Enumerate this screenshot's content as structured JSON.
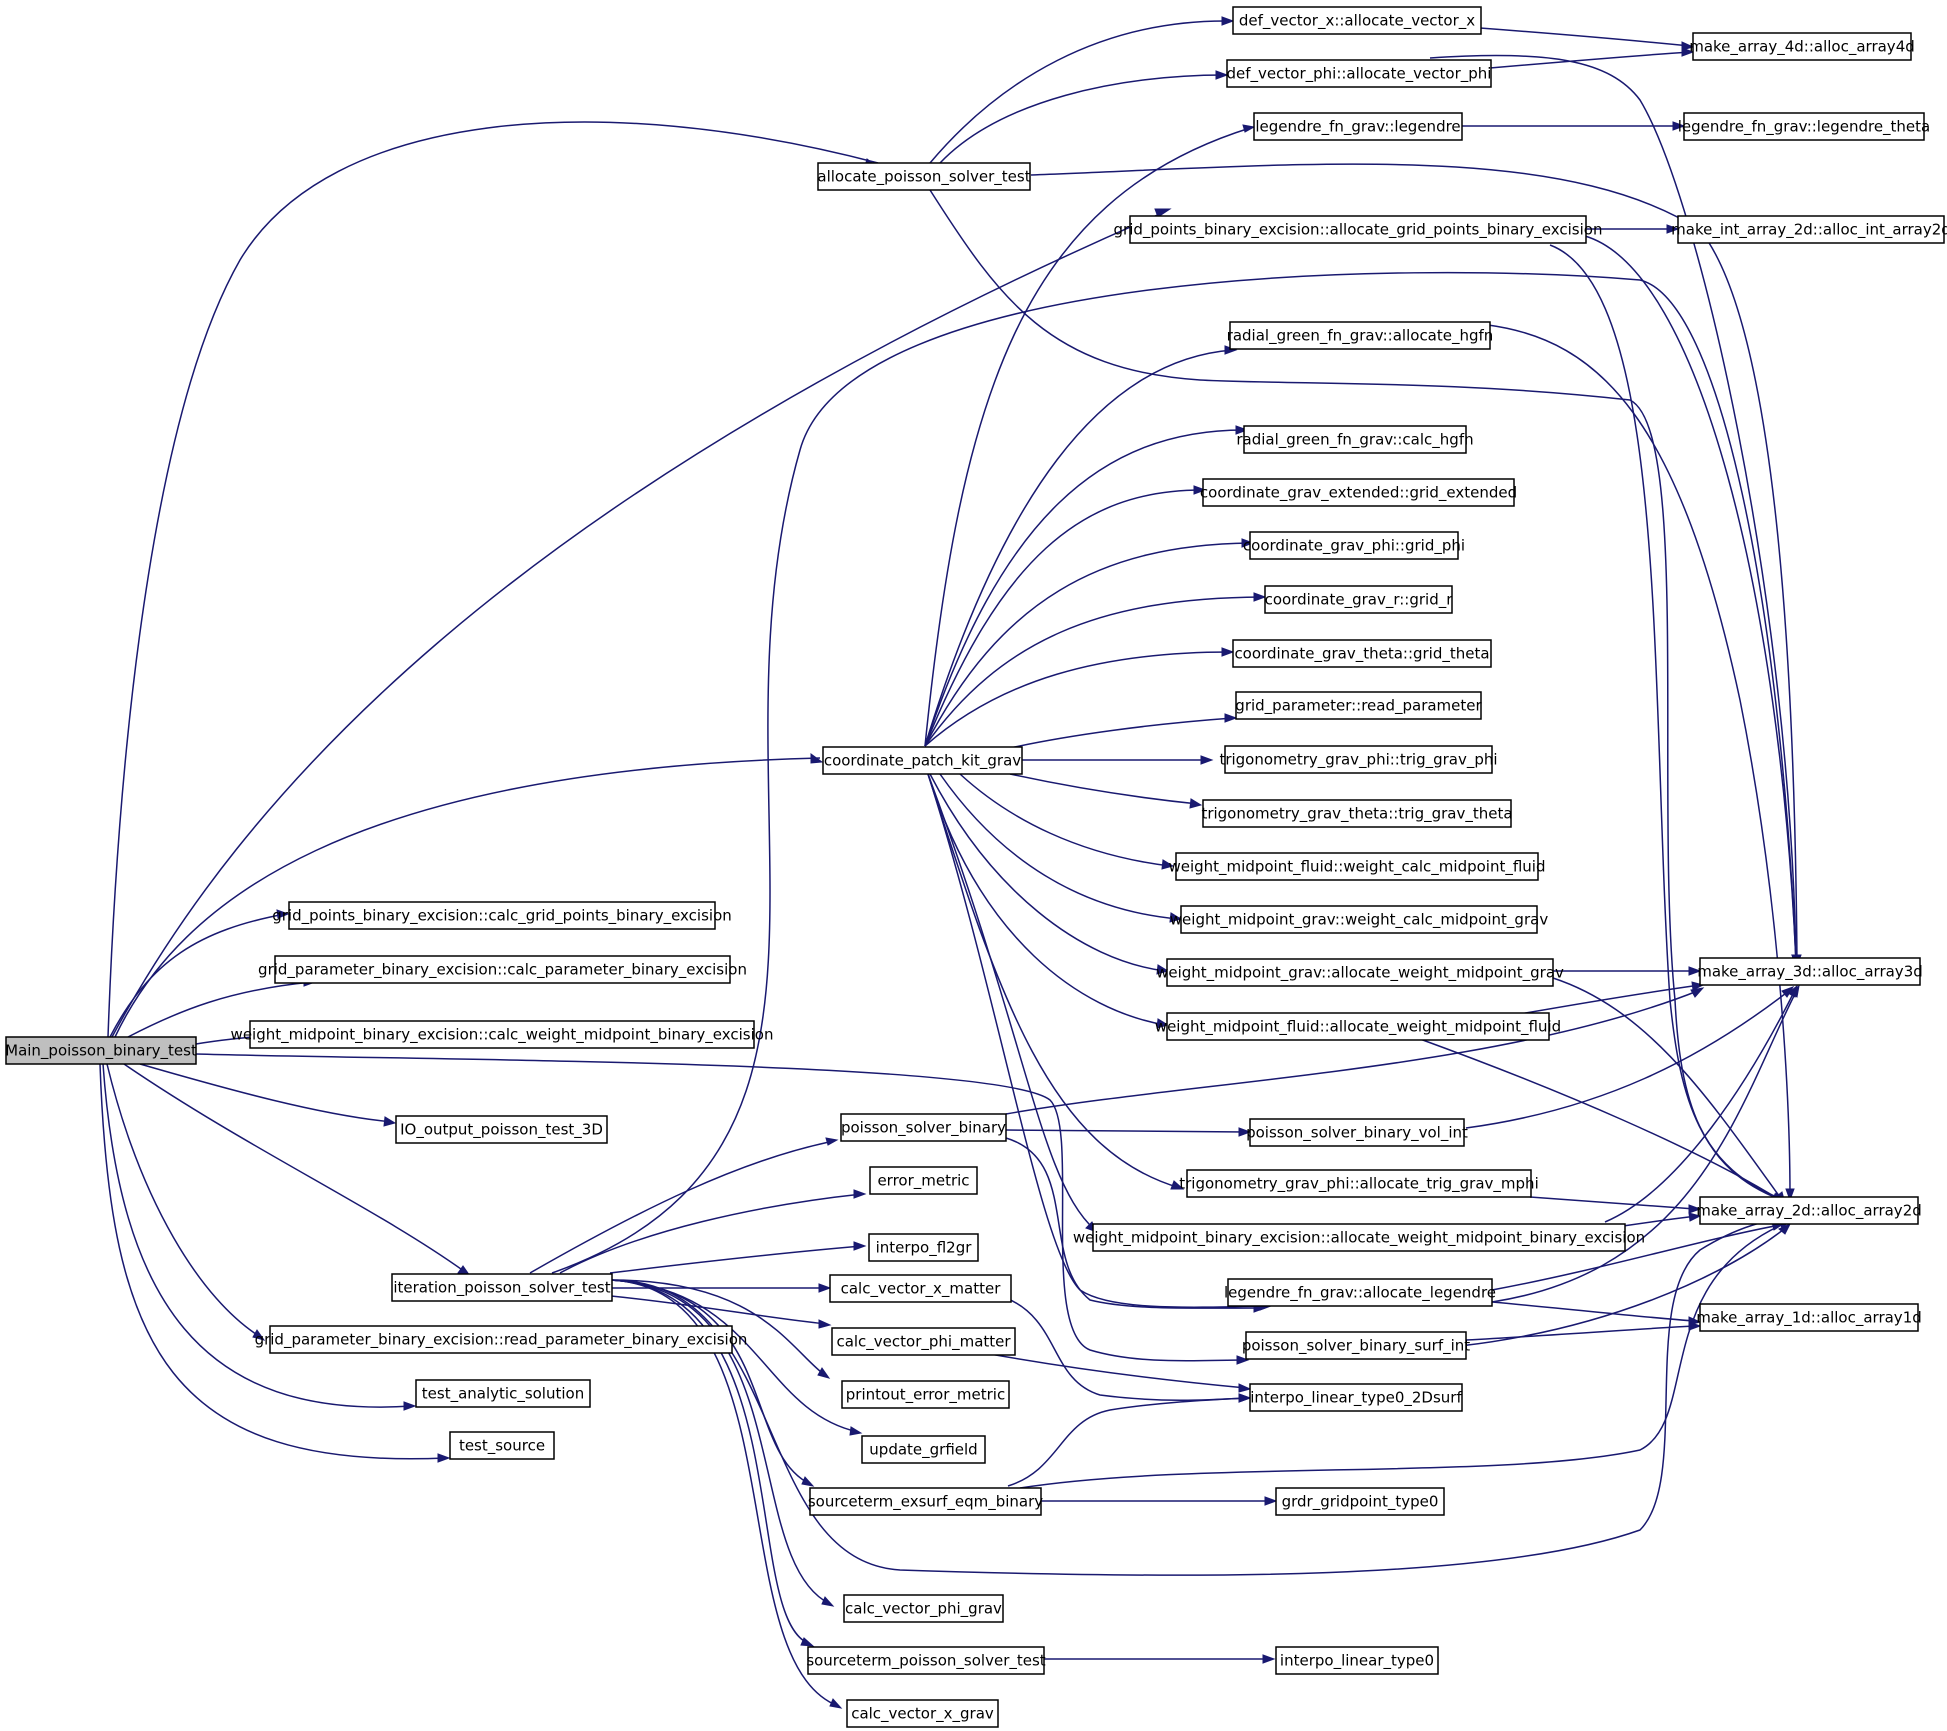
{
  "graph": {
    "kind": "call graph",
    "root": "Main_poisson_binary_test",
    "colors": {
      "edge": "#191970",
      "root_fill": "#bfbfbf",
      "node_fill": "#ffffff"
    },
    "nodes": [
      {
        "id": "main",
        "label": "Main_poisson_binary_test"
      },
      {
        "id": "aps",
        "label": "allocate_poisson_solver_test"
      },
      {
        "id": "dvx",
        "label": "def_vector_x::allocate_vector_x"
      },
      {
        "id": "dvp",
        "label": "def_vector_phi::allocate_vector_phi"
      },
      {
        "id": "a4d",
        "label": "make_array_4d::alloc_array4d"
      },
      {
        "id": "leg",
        "label": "legendre_fn_grav::legendre"
      },
      {
        "id": "legt",
        "label": "legendre_fn_grav::legendre_theta"
      },
      {
        "id": "gpa",
        "label": "grid_points_binary_excision::allocate_grid_points_binary_excision"
      },
      {
        "id": "ai2d",
        "label": "make_int_array_2d::alloc_int_array2d"
      },
      {
        "id": "rah",
        "label": "radial_green_fn_grav::allocate_hgfn"
      },
      {
        "id": "rch",
        "label": "radial_green_fn_grav::calc_hgfn"
      },
      {
        "id": "cge",
        "label": "coordinate_grav_extended::grid_extended"
      },
      {
        "id": "cgp",
        "label": "coordinate_grav_phi::grid_phi"
      },
      {
        "id": "cgr",
        "label": "coordinate_grav_r::grid_r"
      },
      {
        "id": "cgt",
        "label": "coordinate_grav_theta::grid_theta"
      },
      {
        "id": "grp",
        "label": "grid_parameter::read_parameter"
      },
      {
        "id": "cpk",
        "label": "coordinate_patch_kit_grav"
      },
      {
        "id": "tgp",
        "label": "trigonometry_grav_phi::trig_grav_phi"
      },
      {
        "id": "tgt",
        "label": "trigonometry_grav_theta::trig_grav_theta"
      },
      {
        "id": "wmf",
        "label": "weight_midpoint_fluid::weight_calc_midpoint_fluid"
      },
      {
        "id": "wmg",
        "label": "weight_midpoint_grav::weight_calc_midpoint_grav"
      },
      {
        "id": "gpc",
        "label": "grid_points_binary_excision::calc_grid_points_binary_excision"
      },
      {
        "id": "wmga",
        "label": "weight_midpoint_grav::allocate_weight_midpoint_grav"
      },
      {
        "id": "a3d",
        "label": "make_array_3d::alloc_array3d"
      },
      {
        "id": "gpbc",
        "label": "grid_parameter_binary_excision::calc_parameter_binary_excision"
      },
      {
        "id": "wmfa",
        "label": "weight_midpoint_fluid::allocate_weight_midpoint_fluid"
      },
      {
        "id": "wmbc",
        "label": "weight_midpoint_binary_excision::calc_weight_midpoint_binary_excision"
      },
      {
        "id": "psb",
        "label": "poisson_solver_binary"
      },
      {
        "id": "psbv",
        "label": "poisson_solver_binary_vol_int"
      },
      {
        "id": "io",
        "label": "IO_output_poisson_test_3D"
      },
      {
        "id": "em",
        "label": "error_metric"
      },
      {
        "id": "tgpa",
        "label": "trigonometry_grav_phi::allocate_trig_grav_mphi"
      },
      {
        "id": "a2d",
        "label": "make_array_2d::alloc_array2d"
      },
      {
        "id": "wmba",
        "label": "weight_midpoint_binary_excision::allocate_weight_midpoint_binary_excision"
      },
      {
        "id": "ifl",
        "label": "interpo_fl2gr"
      },
      {
        "id": "ips",
        "label": "iteration_poisson_solver_test"
      },
      {
        "id": "cvxm",
        "label": "calc_vector_x_matter"
      },
      {
        "id": "lega",
        "label": "legendre_fn_grav::allocate_legendre"
      },
      {
        "id": "a1d",
        "label": "make_array_1d::alloc_array1d"
      },
      {
        "id": "gprb",
        "label": "grid_parameter_binary_excision::read_parameter_binary_excision"
      },
      {
        "id": "cvpm",
        "label": "calc_vector_phi_matter"
      },
      {
        "id": "psbs",
        "label": "poisson_solver_binary_surf_int"
      },
      {
        "id": "tas",
        "label": "test_analytic_solution"
      },
      {
        "id": "pem",
        "label": "printout_error_metric"
      },
      {
        "id": "il2d",
        "label": "interpo_linear_type0_2Dsurf"
      },
      {
        "id": "ts",
        "label": "test_source"
      },
      {
        "id": "ug",
        "label": "update_grfield"
      },
      {
        "id": "seb",
        "label": "sourceterm_exsurf_eqm_binary"
      },
      {
        "id": "ggt",
        "label": "grdr_gridpoint_type0"
      },
      {
        "id": "cvpg",
        "label": "calc_vector_phi_grav"
      },
      {
        "id": "sps",
        "label": "sourceterm_poisson_solver_test"
      },
      {
        "id": "il0",
        "label": "interpo_linear_type0"
      },
      {
        "id": "cvxg",
        "label": "calc_vector_x_grav"
      }
    ]
  }
}
